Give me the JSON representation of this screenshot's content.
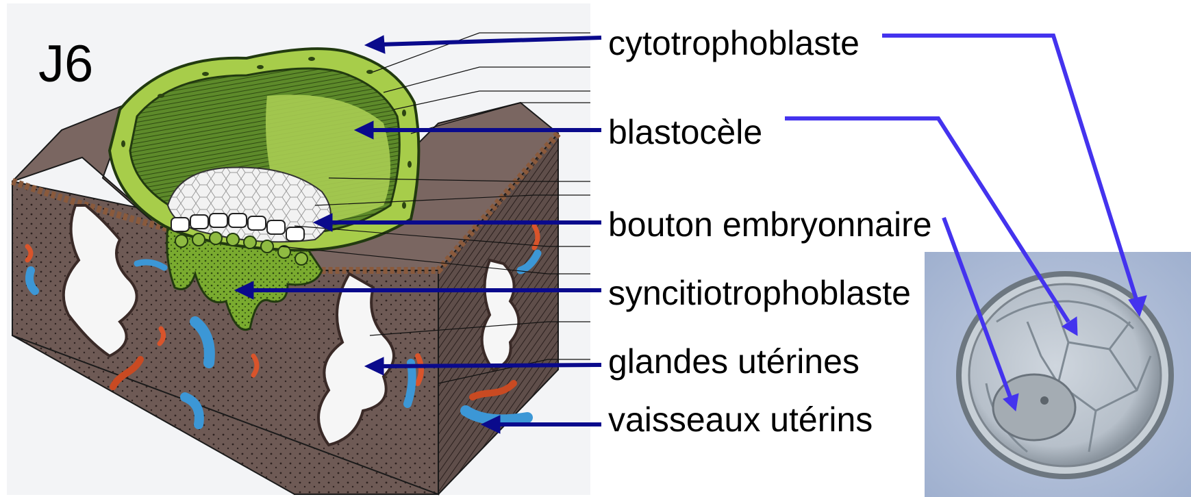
{
  "day_label": "J6",
  "labels": {
    "cytotrophoblaste": "cytotrophoblaste",
    "blastocele": "blastocèle",
    "bouton": "bouton embryonnaire",
    "syncitio": "syncitiotrophoblaste",
    "glandes": "glandes utérines",
    "vaisseaux": "vaisseaux utérins"
  },
  "colors": {
    "arrow_dark_blue": "#0a0a8c",
    "arrow_light_blue": "#4433ee",
    "tissue_brown": "#6e5a55",
    "embryo_green": "#86b83a",
    "photo_background": "#a9b8d4"
  }
}
